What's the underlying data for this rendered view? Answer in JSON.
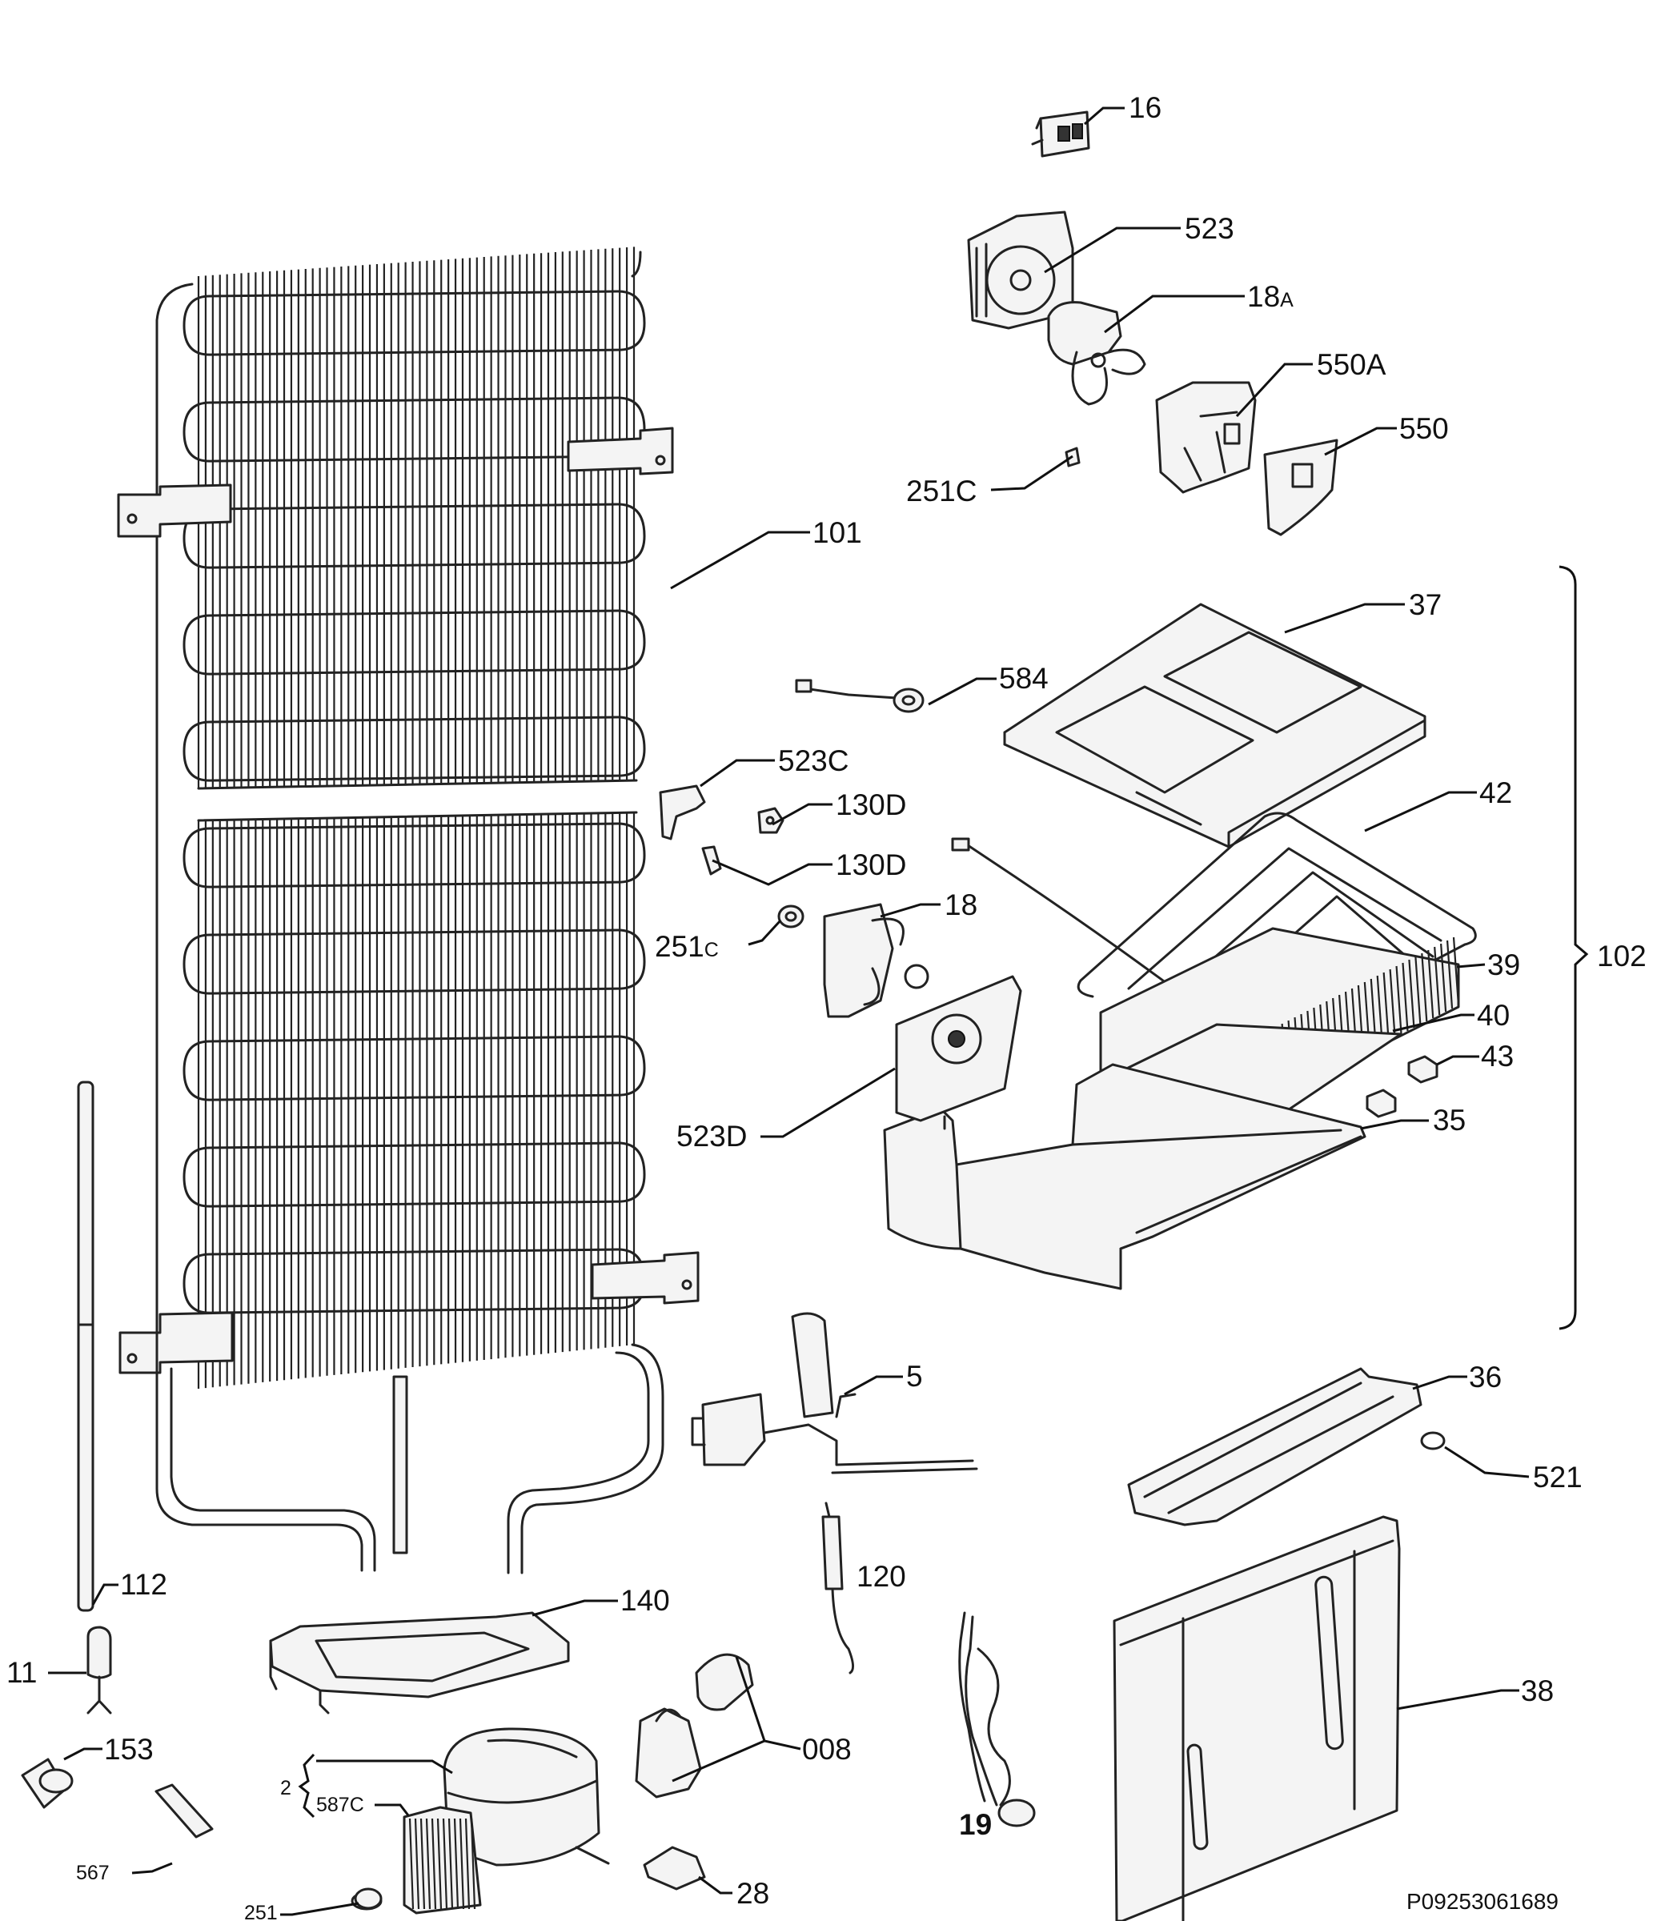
{
  "document_code": "P09253061689",
  "labels": {
    "l16": "16",
    "l523": "523",
    "l18A_num": "18",
    "l18A_suf": "A",
    "l550A": "550A",
    "l550": "550",
    "l251C_top": "251C",
    "l101": "101",
    "l37": "37",
    "l584": "584",
    "l523C": "523C",
    "l130D_a": "130D",
    "l130D_b": "130D",
    "l42": "42",
    "l18": "18",
    "l251C_mid_num": "251",
    "l251C_mid_suf": "C",
    "l39": "39",
    "l102": "102",
    "l40": "40",
    "l43": "43",
    "l523D": "523D",
    "l35": "35",
    "l5": "5",
    "l36": "36",
    "l521": "521",
    "l120": "120",
    "l112": "112",
    "l140": "140",
    "l11": "11",
    "l153": "153",
    "l008": "008",
    "l38": "38",
    "l2": "2",
    "l587C": "587C",
    "l19": "19",
    "l567": "567",
    "l28": "28",
    "l251": "251"
  },
  "condenser": {
    "fin_count": 62,
    "coil_loops": 10
  },
  "evaporator": {
    "fin_count": 34
  }
}
